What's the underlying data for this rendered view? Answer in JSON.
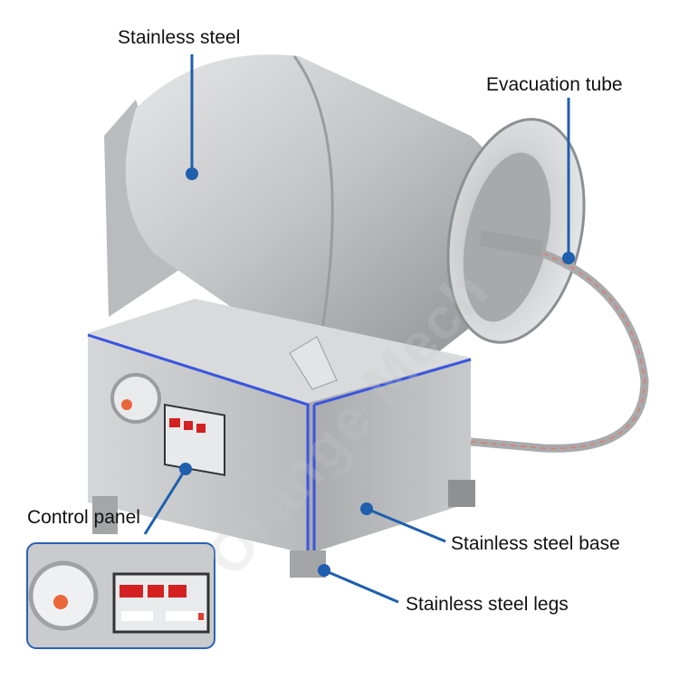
{
  "labels": {
    "drum": "Stainless steel",
    "tube": "Evacuation tube",
    "panel": "Control panel",
    "base": "Stainless steel base",
    "legs": "Stainless steel legs"
  },
  "watermark": "Orange Mech",
  "colors": {
    "callout": "#1f5fae",
    "trim": "#3a55e0",
    "display": "#d42020",
    "steel": "#c9cbcd"
  }
}
